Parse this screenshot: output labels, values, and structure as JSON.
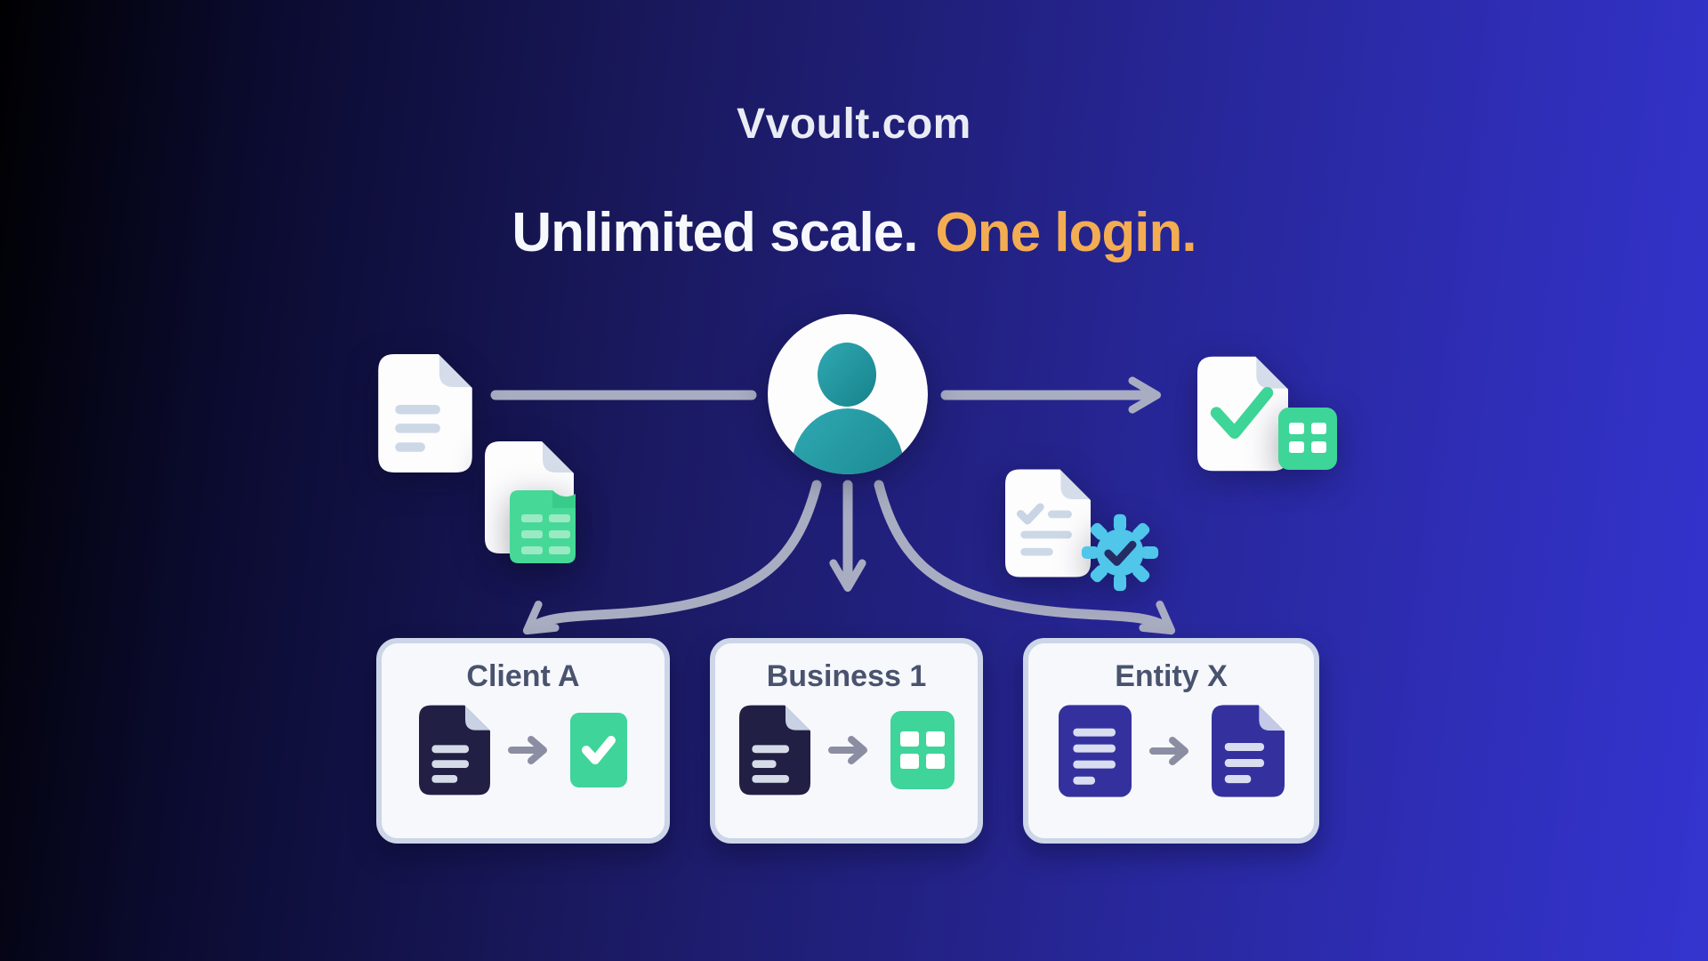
{
  "site": {
    "name": "Vvoult.com"
  },
  "headline": {
    "main": "Unlimited scale.",
    "accent": "One login."
  },
  "cards": [
    {
      "label": "Client A",
      "source_icon": "document-icon",
      "result_icon": "check-square-icon"
    },
    {
      "label": "Business 1",
      "source_icon": "document-icon",
      "result_icon": "spreadsheet-grid-icon"
    },
    {
      "label": "Entity X",
      "source_icon": "document-icon",
      "result_icon": "document-icon"
    }
  ],
  "icons": [
    "user-avatar-icon",
    "document-icon",
    "document-spreadsheet-icon",
    "approved-document-icon",
    "spreadsheet-grid-icon",
    "document-gear-icon",
    "gear-check-icon",
    "check-square-icon",
    "arrow-icon"
  ],
  "colors": {
    "background_left": "#000002",
    "background_right": "#3434d0",
    "headline_white": "#f7f8fc",
    "accent_orange": "#f3ac52",
    "avatar_teal": "#26a0aa",
    "green": "#3ed598",
    "sheet_green": "#46d897",
    "gear_sky_blue": "#4fc6ea",
    "navy_document": "#211f44",
    "indigo_document": "#34319f",
    "card_background": "#f7f8fc",
    "card_border": "#ccd6e8",
    "card_title_text": "#49536e",
    "connector_gray": "#a9adc2",
    "card_arrow_gray": "#8b8ea3"
  }
}
